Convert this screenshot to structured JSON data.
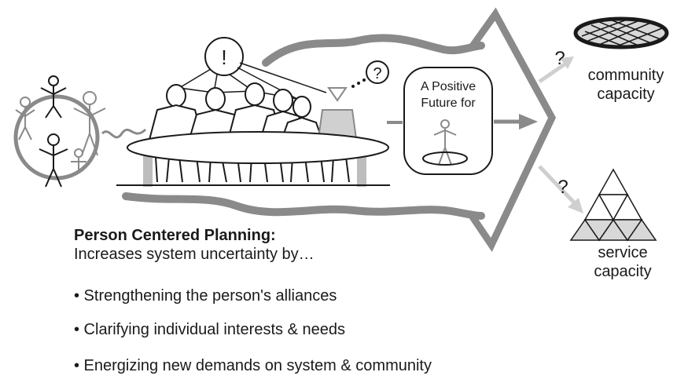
{
  "diagram": {
    "bubble_exclaim": "!",
    "bubble_question": "?",
    "future_box": {
      "line1": "A Positive",
      "line2": "Future for"
    },
    "community": {
      "question": "?",
      "line1": "community",
      "line2": "capacity"
    },
    "service": {
      "question": "?",
      "line1": "service",
      "line2": "capacity"
    }
  },
  "text": {
    "heading": "Person Centered Planning:",
    "subheading": "Increases system uncertainty by…",
    "bullets": [
      "• Strengthening the person's alliances",
      "• Clarifying individual interests & needs",
      "• Energizing new demands on system &  community"
    ]
  },
  "colors": {
    "ink": "#1a1a1a",
    "arrow_gray": "#8a8a8a",
    "light_gray": "#d0d0d0"
  }
}
